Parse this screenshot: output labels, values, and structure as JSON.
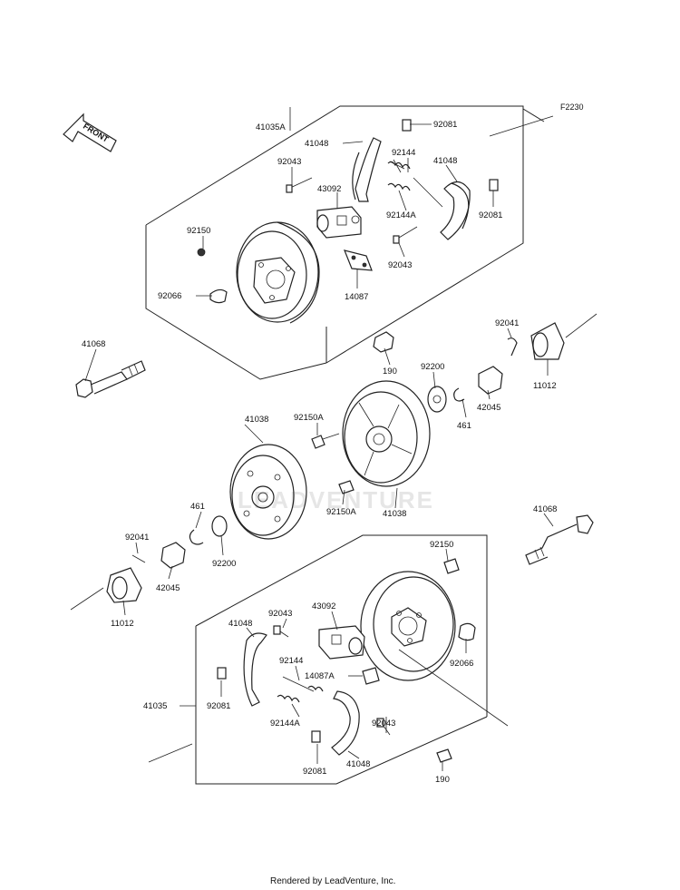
{
  "figure_code": "F2230",
  "front_label": "FRONT",
  "watermark": "LEADVENTURE",
  "footer": "Rendered by LeadVenture, Inc.",
  "labels": {
    "u_41035A": "41035A",
    "u_92081_a": "92081",
    "u_41048_a": "41048",
    "u_92144": "92144",
    "u_41048_b": "41048",
    "u_92043_a": "92043",
    "u_43092": "43092",
    "u_92144A": "92144A",
    "u_92081_b": "92081",
    "u_92150": "92150",
    "u_92043_b": "92043",
    "u_92066": "92066",
    "u_14087": "14087",
    "u_41068": "41068",
    "u_92041": "92041",
    "u_190": "190",
    "u_92200": "92200",
    "u_11012": "11012",
    "u_42045": "42045",
    "u_461": "461",
    "m_41038_a": "41038",
    "m_92150A_a": "92150A",
    "m_92150A_b": "92150A",
    "m_41038_b": "41038",
    "l_461": "461",
    "l_92041": "92041",
    "l_92200": "92200",
    "l_42045": "42045",
    "l_11012": "11012",
    "r_41068": "41068",
    "b_92150": "92150",
    "b_43092": "43092",
    "b_92043_a": "92043",
    "b_41048_a": "41048",
    "b_92144": "92144",
    "b_92066": "92066",
    "b_14087A": "14087A",
    "b_41035": "41035",
    "b_92081_a": "92081",
    "b_92144A": "92144A",
    "b_92043_b": "92043",
    "b_92081_b": "92081",
    "b_41048_b": "41048",
    "b_190": "190"
  }
}
